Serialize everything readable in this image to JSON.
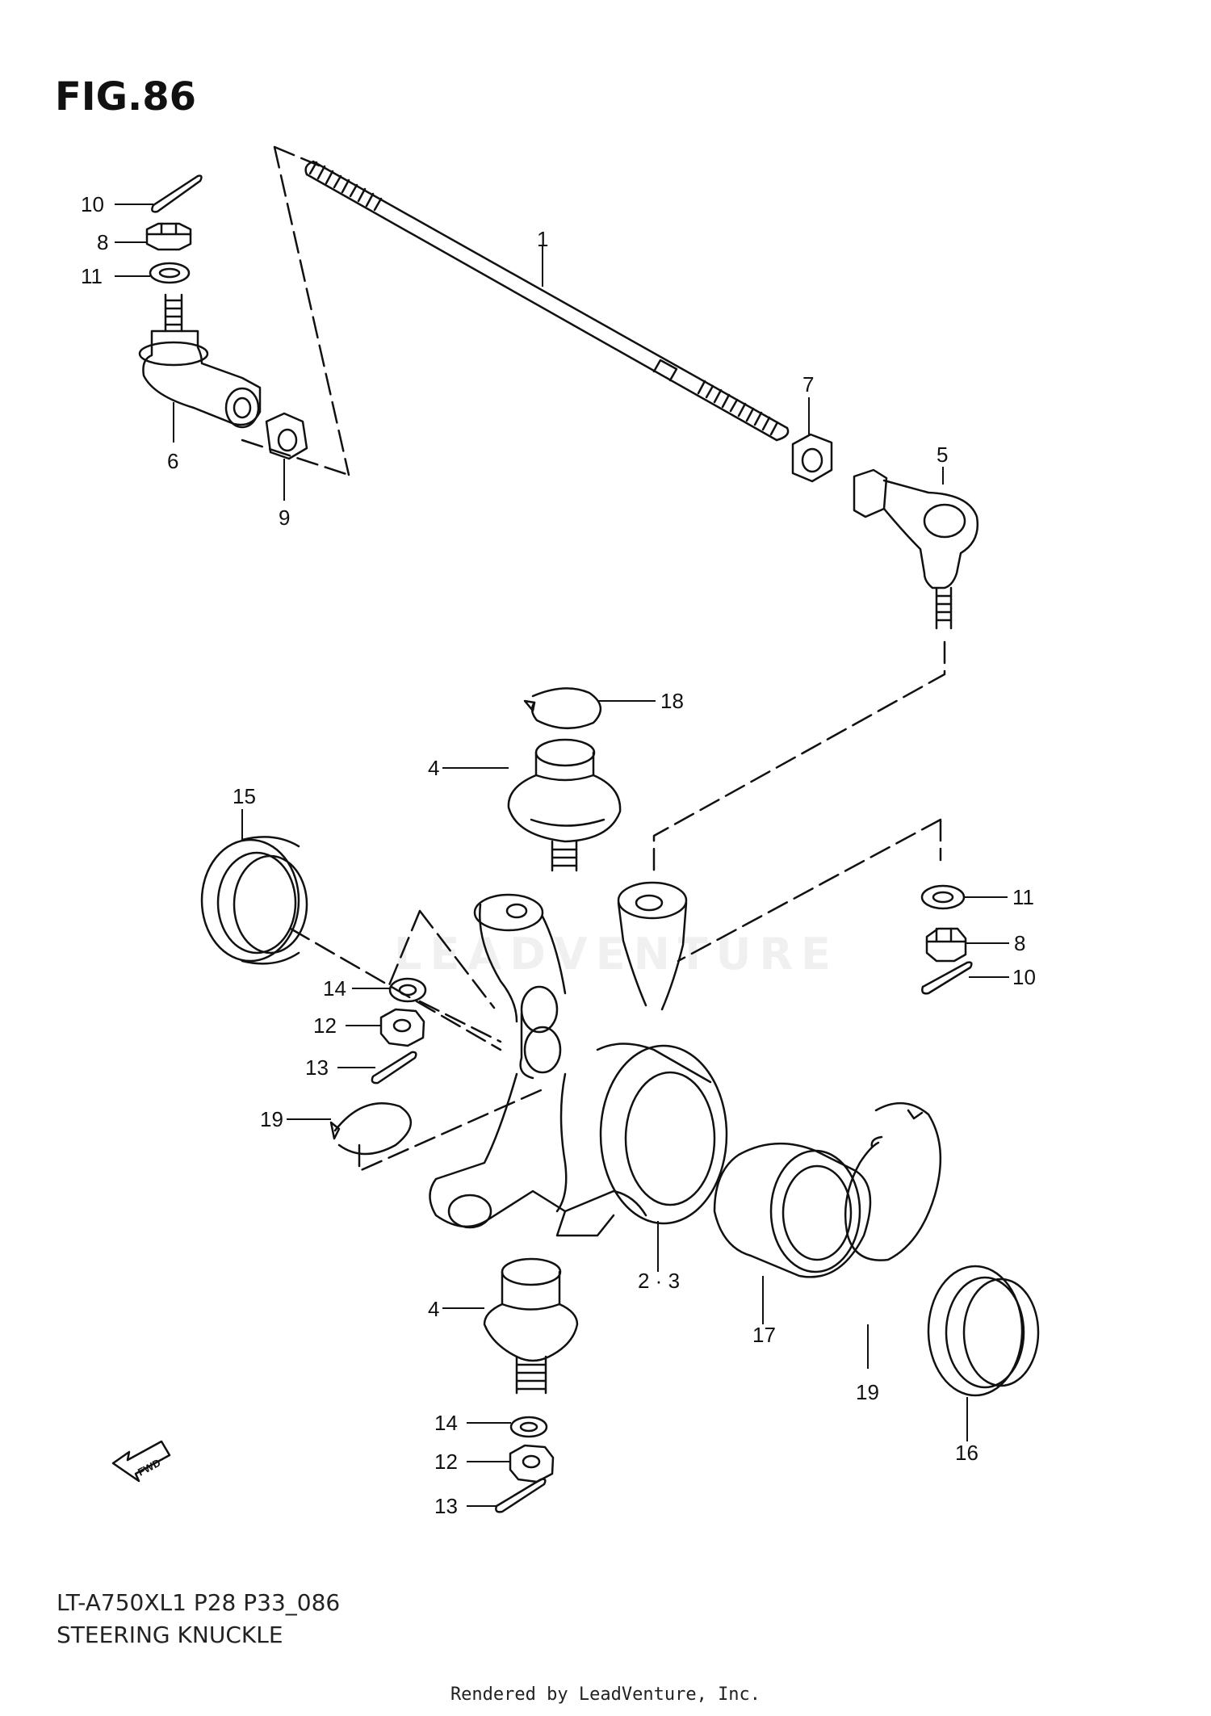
{
  "figure": {
    "title": "FIG.86",
    "model_code": "LT-A750XL1 P28 P33_086",
    "diagram_name": "STEERING KNUCKLE",
    "fwd_label": "FWD"
  },
  "watermark": "LEADVENTURE",
  "footer": "Rendered by LeadVenture, Inc.",
  "callouts": [
    {
      "id": "c1",
      "text": "1"
    },
    {
      "id": "c2",
      "text": "2 · 3"
    },
    {
      "id": "c4a",
      "text": "4"
    },
    {
      "id": "c4b",
      "text": "4"
    },
    {
      "id": "c5",
      "text": "5"
    },
    {
      "id": "c6",
      "text": "6"
    },
    {
      "id": "c7",
      "text": "7"
    },
    {
      "id": "c8a",
      "text": "8"
    },
    {
      "id": "c8b",
      "text": "8"
    },
    {
      "id": "c9",
      "text": "9"
    },
    {
      "id": "c10a",
      "text": "10"
    },
    {
      "id": "c10b",
      "text": "10"
    },
    {
      "id": "c11a",
      "text": "11"
    },
    {
      "id": "c11b",
      "text": "11"
    },
    {
      "id": "c12a",
      "text": "12"
    },
    {
      "id": "c12b",
      "text": "12"
    },
    {
      "id": "c13a",
      "text": "13"
    },
    {
      "id": "c13b",
      "text": "13"
    },
    {
      "id": "c14a",
      "text": "14"
    },
    {
      "id": "c14b",
      "text": "14"
    },
    {
      "id": "c15",
      "text": "15"
    },
    {
      "id": "c16",
      "text": "16"
    },
    {
      "id": "c17",
      "text": "17"
    },
    {
      "id": "c18",
      "text": "18"
    },
    {
      "id": "c19a",
      "text": "19"
    },
    {
      "id": "c19b",
      "text": "19"
    }
  ]
}
